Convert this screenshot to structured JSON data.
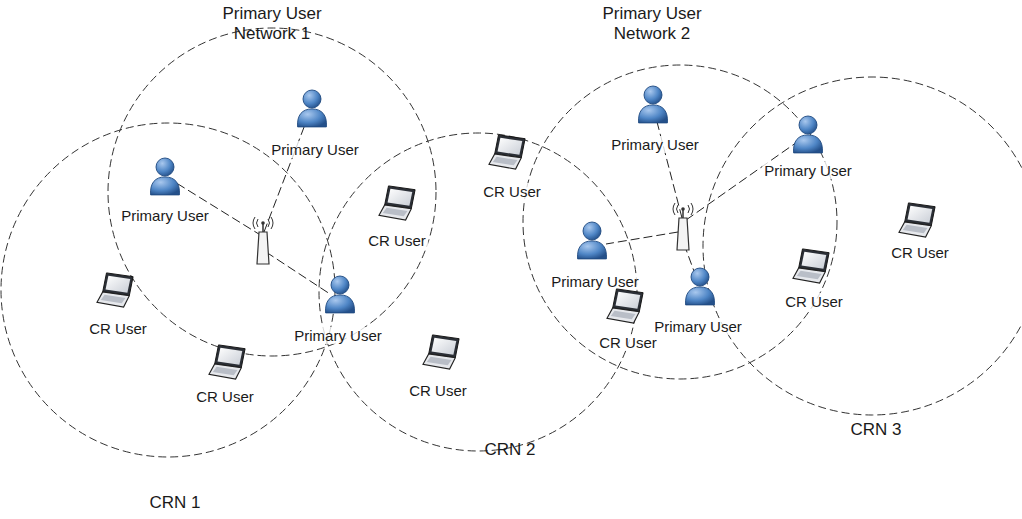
{
  "diagram": {
    "nodes": [
      {
        "text": [
          "Primary User Network 1"
        ]
      },
      {
        "text": [
          "Primary User Network 2"
        ]
      },
      {
        "text": [
          "CRN 1"
        ]
      },
      {
        "text": [
          "CRN 2"
        ]
      },
      {
        "text": [
          "CRN 3"
        ]
      },
      {
        "text": [
          "Primary User"
        ]
      },
      {
        "text": [
          "Primary User"
        ]
      },
      {
        "text": [
          "CR User"
        ]
      },
      {
        "text": [
          "Primary User"
        ]
      },
      {
        "text": [
          "CR User"
        ]
      },
      {
        "text": [
          "CR User"
        ]
      },
      {
        "text": [
          "CR User"
        ]
      },
      {
        "text": [
          "CR User"
        ]
      },
      {
        "text": [
          "Primary User"
        ]
      },
      {
        "text": [
          "Primary User"
        ]
      },
      {
        "text": [
          "Primary User"
        ]
      },
      {
        "text": [
          "Primary User"
        ]
      },
      {
        "text": [
          "CR User"
        ]
      },
      {
        "text": [
          "CR User"
        ]
      },
      {
        "text": [
          "CR User"
        ]
      }
    ]
  }
}
